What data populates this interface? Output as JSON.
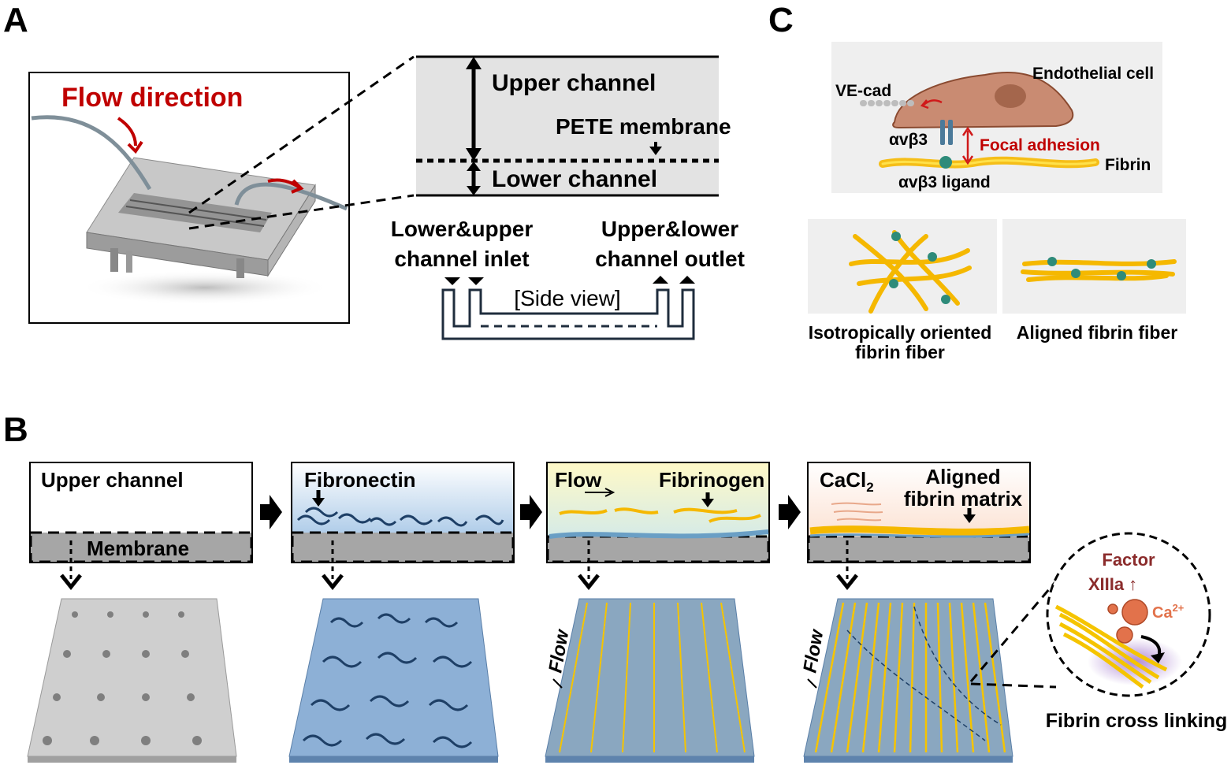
{
  "panel_a": {
    "letter": "A",
    "flow_direction": "Flow direction",
    "upper_channel": "Upper channel",
    "pete_membrane": "PETE membrane",
    "lower_channel": "Lower channel",
    "inlet_line1": "Lower&upper",
    "inlet_line2": "channel inlet",
    "outlet_line1": "Upper&lower",
    "outlet_line2": "channel outlet",
    "side_view": "[Side view]"
  },
  "panel_b": {
    "letter": "B",
    "step1_upper_channel": "Upper channel",
    "step1_membrane": "Membrane",
    "step2_fibronectin": "Fibronectin",
    "step3_flow": "Flow",
    "step3_fibrinogen": "Fibrinogen",
    "step4_cacl": "CaCl",
    "step4_cacl_sub": "2",
    "step4_aligned_line1": "Aligned",
    "step4_aligned_line2": "fibrin matrix",
    "flow_label_3d": "Flow",
    "factor": "Factor",
    "factor_xiiia": "XIIIa",
    "ca": "Ca",
    "ca_sup": "2+",
    "crosslinking": "Fibrin cross linking"
  },
  "panel_c": {
    "letter": "C",
    "endothelial_cell": "Endothelial cell",
    "ve_cad": "VE-cad",
    "integrin": "αvβ3",
    "focal_adhesion": "Focal adhesion",
    "fibrin": "Fibrin",
    "ligand": "αvβ3 ligand",
    "isotropic_line1": "Isotropically oriented",
    "isotropic_line2": "fibrin fiber",
    "aligned_fiber": "Aligned fibrin fiber"
  },
  "colors": {
    "red_label": "#c00000",
    "fibrin_yellow": "#f5b800",
    "fibronectin_blue": "#1e3f66",
    "membrane_gray": "#a6a6a6",
    "ligand_teal": "#2e8b7a",
    "cell_brown": "#b0765c"
  }
}
